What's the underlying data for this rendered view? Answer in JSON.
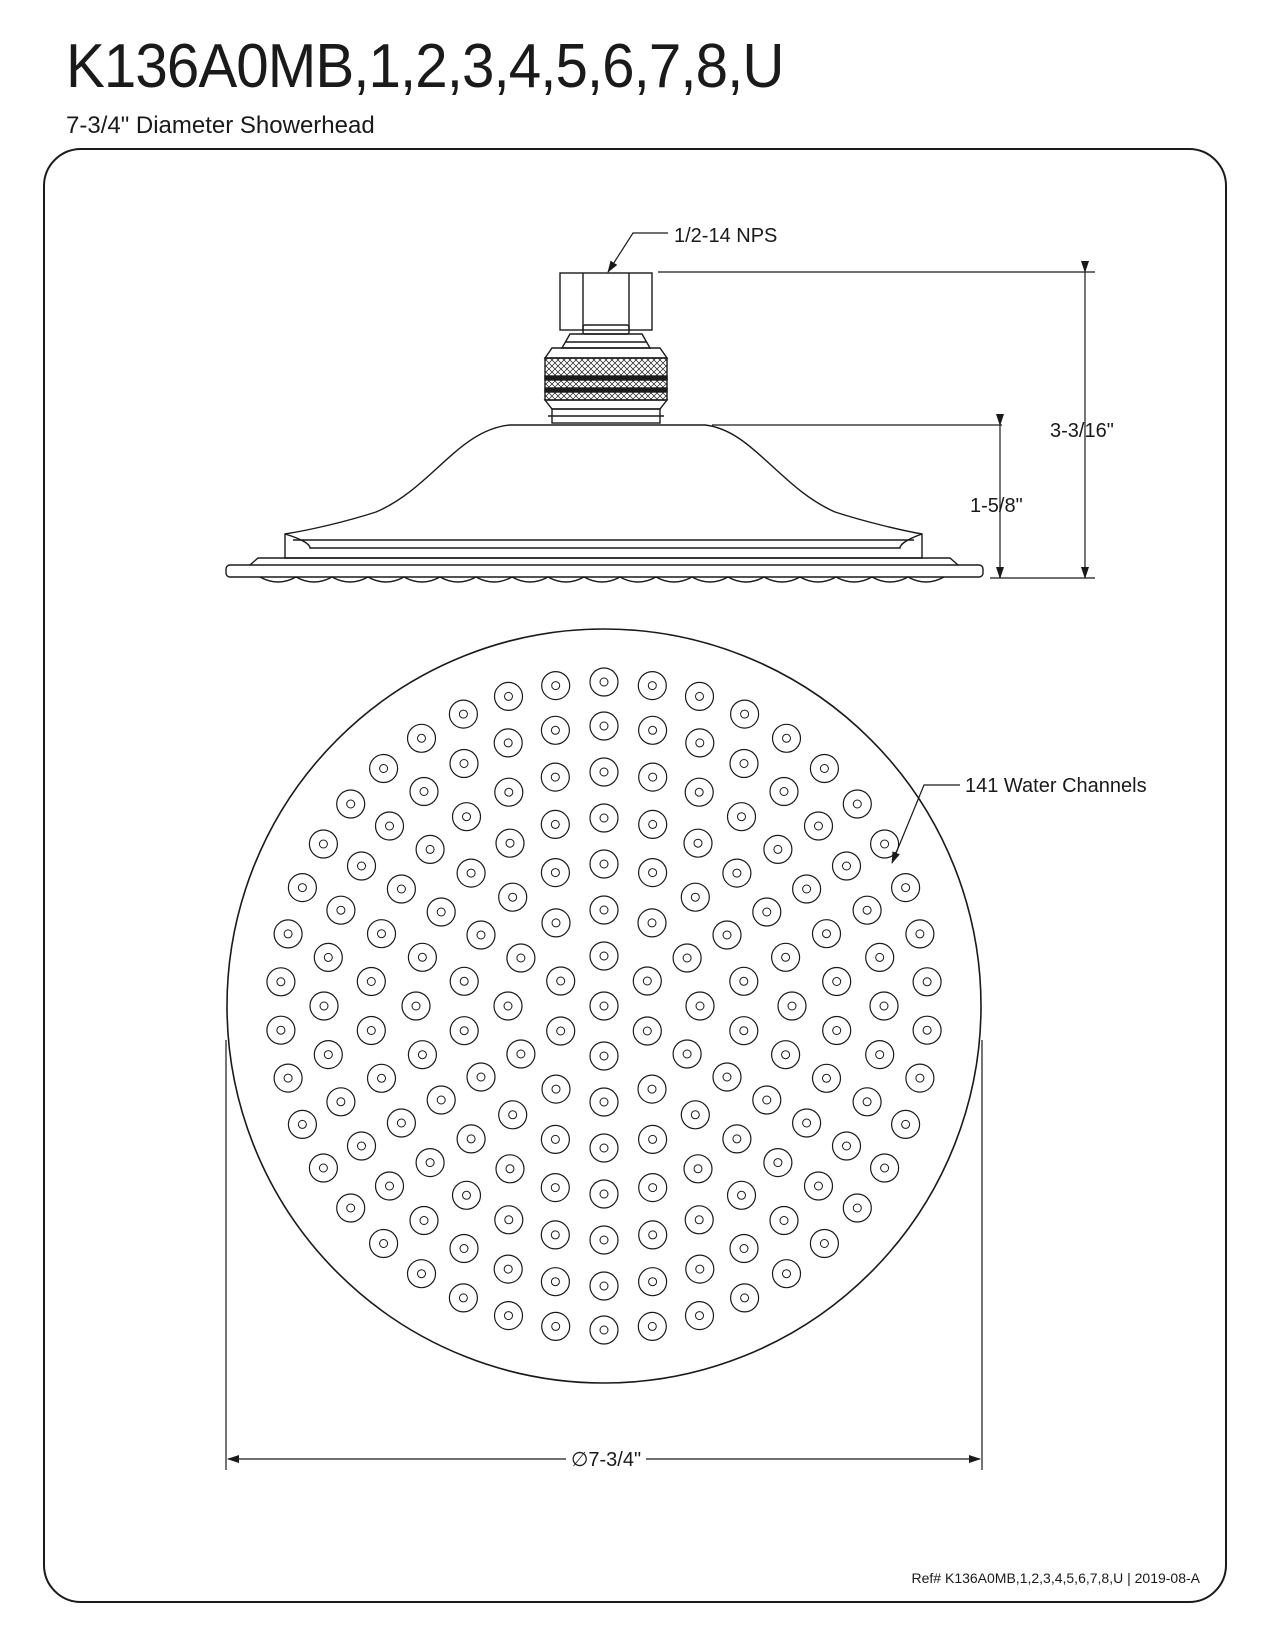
{
  "header": {
    "title": "K136A0MB,1,2,3,4,5,6,7,8,U",
    "subtitle": "7-3/4\" Diameter Showerhead"
  },
  "side_view": {
    "thread_label": "1/2-14 NPS",
    "overall_height": "3-3/16\"",
    "head_height": "1-5/8\""
  },
  "face_view": {
    "channels_label": "141 Water Channels",
    "diameter": "∅7-3/4\""
  },
  "footer": {
    "reference": "Ref# K136A0MB,1,2,3,4,5,6,7,8,U | 2019-08-A"
  },
  "colors": {
    "line": "#1a1a1a",
    "background": "#ffffff"
  }
}
